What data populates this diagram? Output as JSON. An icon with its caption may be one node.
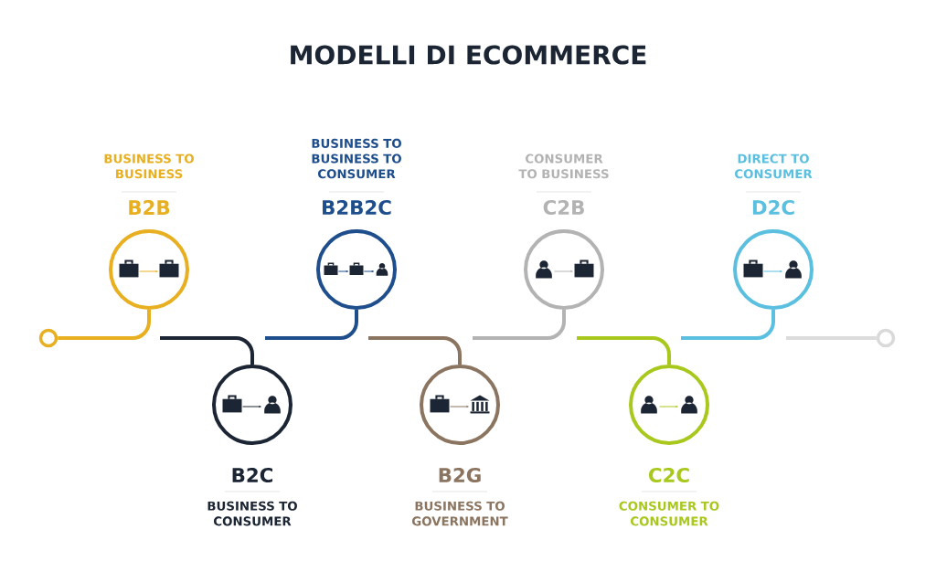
{
  "diagram": {
    "title": "MODELLI DI ECOMMERCE",
    "nodes": [
      {
        "text": [],
        "shape": "circle"
      },
      {
        "text": [
          "BUSINESS TO BUSINESS",
          "B2B"
        ]
      },
      {
        "text": [
          "B2C",
          "BUSINESS TO CONSUMER"
        ]
      },
      {
        "text": [
          "BUSINESS TO BUSINESS TO CONSUMER",
          "B2B2C"
        ]
      },
      {
        "text": [
          "B2G",
          "BUSINESS TO GOVERNMENT"
        ]
      },
      {
        "text": [
          "CONSUMER TO BUSINESS",
          "C2B"
        ]
      },
      {
        "text": [
          "C2C",
          "CONSUMER TO CONSUMER"
        ]
      },
      {
        "text": [
          "DIRECT TO CONSUMER",
          "D2C"
        ]
      },
      {
        "text": [],
        "shape": "circle"
      }
    ],
    "edges": [
      {
        "from": 0,
        "to": 1,
        "arrow": "none",
        "color": "#e8b020"
      },
      {
        "from": null,
        "to": 2,
        "arrow": "none",
        "color": "#1c2533"
      },
      {
        "from": null,
        "to": 3,
        "arrow": "none",
        "color": "#1f4e8c"
      },
      {
        "from": null,
        "to": 4,
        "arrow": "none",
        "color": "#8b7560"
      },
      {
        "from": null,
        "to": 5,
        "arrow": "none",
        "color": "#b3b3b3"
      },
      {
        "from": null,
        "to": 6,
        "arrow": "none",
        "color": "#a8c81e"
      },
      {
        "from": null,
        "to": 7,
        "arrow": "none",
        "color": "#5bbfe0"
      },
      {
        "from": null,
        "to": 8,
        "arrow": "none",
        "color": "#dcdcdc"
      }
    ]
  }
}
